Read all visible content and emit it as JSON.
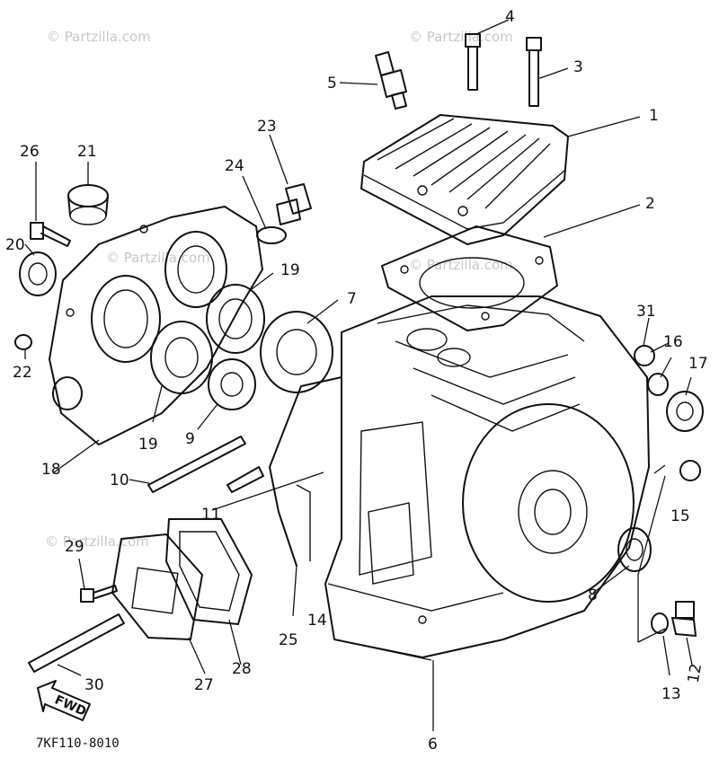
{
  "watermarks": [
    "© Partzilla.com",
    "© Partzilla.com",
    "© Partzilla.com",
    "© Partzilla.com",
    "© Partzilla.com"
  ],
  "callouts": [
    "1",
    "2",
    "3",
    "4",
    "5",
    "6",
    "7",
    "8",
    "9",
    "10",
    "11",
    "12",
    "13",
    "14",
    "15",
    "16",
    "17",
    "18",
    "19",
    "19",
    "20",
    "21",
    "22",
    "23",
    "24",
    "25",
    "26",
    "27",
    "28",
    "29",
    "30",
    "31"
  ],
  "fwd_label": "FWD",
  "diagram_code": "7KF110-8010"
}
